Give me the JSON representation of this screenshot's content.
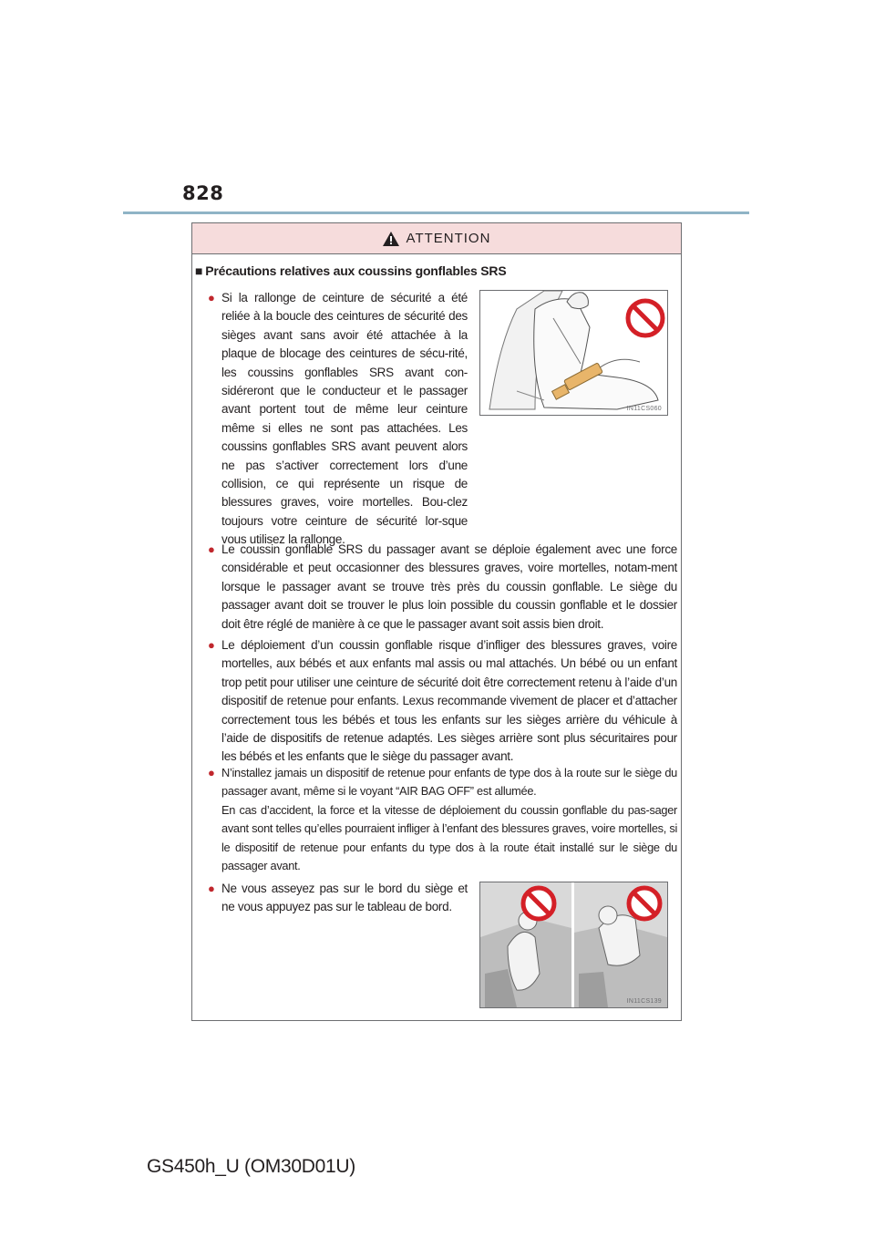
{
  "page": {
    "number": "828",
    "footer": "GS450h_U (OM30D01U)"
  },
  "warning": {
    "title": "ATTENTION",
    "icon": "warning-triangle-icon",
    "section_heading": "Précautions relatives aux coussins gonflables SRS",
    "bullets": [
      "Si la rallonge de ceinture de sécurité a été reliée à la boucle des ceintures de sécurité des sièges avant sans avoir été attachée à la plaque de blocage des ceintures de sécu-rité, les coussins gonflables SRS avant con-sidéreront que le conducteur et le passager avant portent tout de même leur ceinture même si elles ne sont pas attachées. Les coussins gonflables SRS avant peuvent alors ne pas s’activer correctement lors d’une collision, ce qui représente un risque de blessures graves, voire mortelles. Bou-clez toujours votre ceinture de sécurité lor-sque vous utilisez la rallonge.",
      "Le coussin gonflable SRS du passager avant se déploie également avec une force considérable et peut occasionner des blessures graves, voire mortelles, notam-ment lorsque le passager avant se trouve très près du coussin gonflable. Le siège du passager avant doit se trouver le plus loin possible du coussin gonflable et le dossier doit être réglé de manière à ce que le passager avant soit assis bien droit.",
      "Le déploiement d’un coussin gonflable risque d’infliger des blessures graves, voire mortelles, aux bébés et aux enfants mal assis ou mal attachés. Un bébé ou un enfant trop petit pour utiliser une ceinture de sécurité doit être correctement retenu à l’aide d’un dispositif de retenue pour enfants. Lexus recommande vivement de placer et d’attacher correctement tous les bébés et tous les enfants sur les sièges arrière du véhicule à l’aide de dispositifs de retenue adaptés. Les sièges arrière sont plus sécuritaires pour les bébés et les enfants que le siège du passager avant.",
      "N’installez jamais un dispositif de retenue pour enfants de type dos à la route sur le siège du passager avant, même si le voyant “AIR BAG OFF” est allumée.",
      "Ne vous asseyez pas sur le bord du siège et ne vous appuyez pas sur le tableau de bord."
    ],
    "bullet4_continuation": "En cas d’accident, la force et la vitesse de déploiement du coussin gonflable du pas-sager avant sont telles qu’elles pourraient infliger à l’enfant des blessures graves, voire mortelles, si le dispositif de retenue pour enfants du type dos à la route était installé sur le siège du passager avant.",
    "illustration_codes": [
      "IN11CS060",
      "IN11CS139"
    ],
    "prohibition_icon": "prohibition-icon",
    "accent_color": "#c0272d",
    "header_color": "#f6dcdc",
    "rule_color": "#8fb4c6"
  }
}
